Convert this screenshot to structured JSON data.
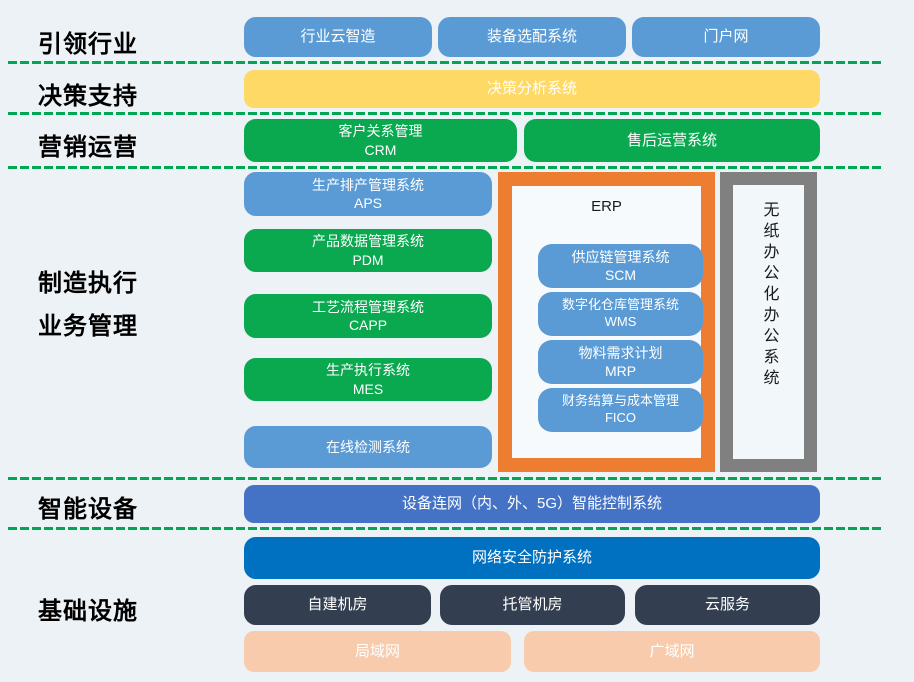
{
  "colors": {
    "background": "#edf2f6",
    "blue_block": "#5b9bd5",
    "green_block": "#0aa84f",
    "yellow_bar": "#ffd966",
    "mid_blue_bar": "#4472c4",
    "deep_blue_bar": "#0070c0",
    "dark_navy_block": "#333f50",
    "peach_block": "#f8cbad",
    "erp_border_orange": "#ed7d31",
    "office_border_gray": "#808080",
    "dashed_separator_green": "#00a651"
  },
  "sidebar_labels": {
    "leading_industry": "引领行业",
    "decision_support": "决策支持",
    "marketing_operations": "营销运营",
    "mes_line1": "制造执行",
    "mes_line2": "业务管理",
    "smart_devices": "智能设备",
    "infrastructure": "基础设施"
  },
  "leading_industry_row": {
    "industry_cloud": "行业云智造",
    "equipment_selection": "装备选配系统",
    "portal": "门户网"
  },
  "decision_support_row": {
    "decision_analysis": "决策分析系统"
  },
  "marketing_row": {
    "crm_line1": "客户关系管理",
    "crm_line2": "CRM",
    "after_sales": "售后运营系统"
  },
  "mes_row": {
    "left_stack": [
      {
        "line1": "生产排产管理系统",
        "line2": "APS"
      },
      {
        "line1": "产品数据管理系统",
        "line2": "PDM"
      },
      {
        "line1": "工艺流程管理系统",
        "line2": "CAPP"
      },
      {
        "line1": "生产执行系统",
        "line2": "MES"
      },
      {
        "line1": "在线检测系统",
        "line2": ""
      }
    ],
    "erp": {
      "title": "ERP",
      "modules": [
        {
          "line1": "供应链管理系统",
          "line2": "SCM"
        },
        {
          "line1": "数字化仓库管理系统",
          "line2": "WMS"
        },
        {
          "line1": "物料需求计划",
          "line2": "MRP"
        },
        {
          "line1": "财务结算与成本管理",
          "line2": "FICO"
        }
      ]
    },
    "paperless_office": "无纸办公化办公系统"
  },
  "smart_devices_row": {
    "device_network": "设备连网（内、外、5G）智能控制系统"
  },
  "infrastructure_row": {
    "network_security": "网络安全防护系统",
    "self_built_room": "自建机房",
    "hosted_room": "托管机房",
    "cloud_service": "云服务",
    "lan": "局域网",
    "wan": "广域网"
  }
}
